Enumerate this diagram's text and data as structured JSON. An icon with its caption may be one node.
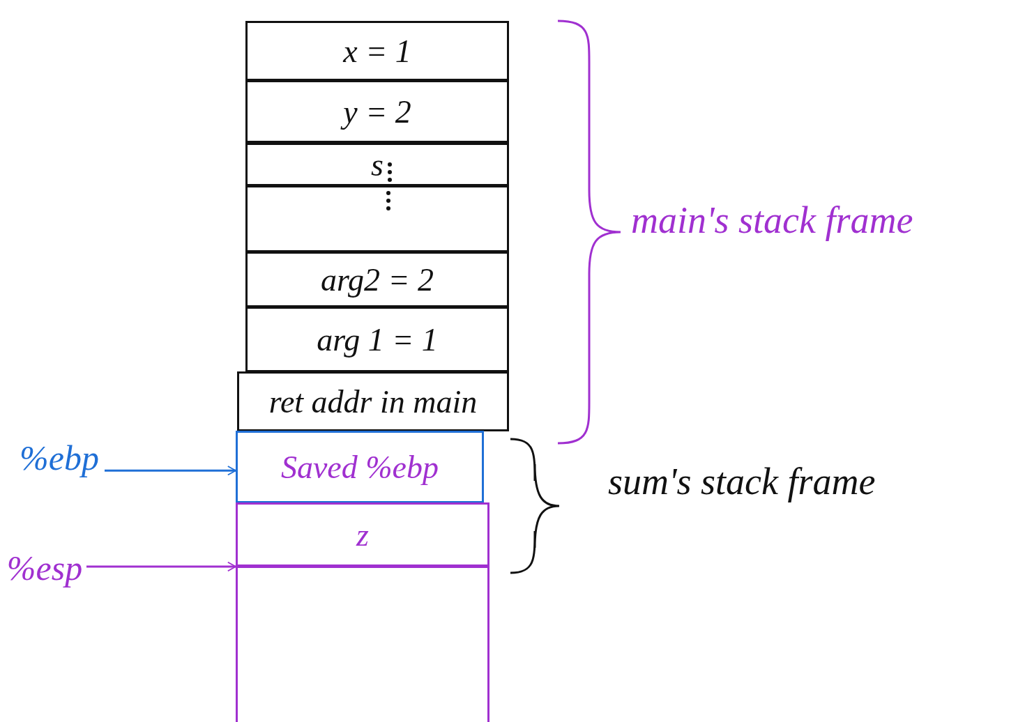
{
  "diagram": {
    "nodes": [
      {
        "text": [
          "x = 1"
        ]
      },
      {
        "text": [
          "y = 2"
        ]
      },
      {
        "text": [
          "s"
        ]
      },
      {
        "text": [],
        "shape": "box"
      },
      {
        "text": [
          "arg2 = 2"
        ]
      },
      {
        "text": [
          "arg 1 = 1"
        ]
      },
      {
        "text": [
          "ret addr in main"
        ]
      },
      {
        "text": [
          "Saved %ebp"
        ]
      },
      {
        "text": [
          "z"
        ]
      },
      {
        "text": [],
        "shape": "box"
      },
      {
        "text": [
          "%ebp"
        ]
      },
      {
        "text": [
          "%esp"
        ]
      }
    ],
    "edges": [
      {
        "from": 10,
        "to": 7,
        "arrow": "to",
        "color": "#1f6fd6"
      },
      {
        "from": 11,
        "to": 8,
        "arrow": "to",
        "color": "#a030d0"
      }
    ],
    "labels": [
      "main's stack frame",
      "sum's stack frame"
    ]
  }
}
